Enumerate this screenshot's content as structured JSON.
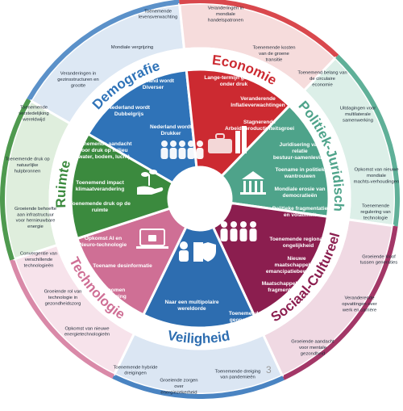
{
  "sectors": [
    {
      "key": "demografie",
      "title": "Demografie",
      "color": "#2f73b8",
      "outer_color": "#5b91c9",
      "light_color": "#dde8f4",
      "icon": "crowd-icon",
      "inner_trends": [
        "Nederland wordt Diverser",
        "Nederland wordt Dubbelgrijs",
        "Nederland wordt Drukker"
      ],
      "outer_trends": [
        "Toenemende levensverwachting",
        "Mondiale vergrijzing",
        "Veranderingen in gezinsstructuren en grootte"
      ]
    },
    {
      "key": "economie",
      "title": "Economie",
      "color": "#cc2a31",
      "outer_color": "#d9484d",
      "light_color": "#f6dcdc",
      "icon": "toolbox-icon",
      "inner_trends": [
        "Lange-termijn groeipad onder druk",
        "Veranderende Inflatieverwachtingen",
        "Stagnerende Arbeidsproductiviteitsgroei"
      ],
      "outer_trends": [
        "Veranderingen in mondiale handelspatronen",
        "Toenemende kosten van de groene transitie",
        "Toenemend belang van de circulaire economie"
      ]
    },
    {
      "key": "politiek",
      "title": "Politiek-Juridisch",
      "color": "#4ea38a",
      "outer_color": "#5fb098",
      "light_color": "#dcefe8",
      "icon": "government-building-icon",
      "inner_trends": [
        "Juridisering van relatie bestuur-samenleving",
        "Toename in politiek wantrouwen",
        "Mondiale erosie van democratieën",
        "Politieke fragmentatie en volatiliteit"
      ],
      "outer_trends": [
        "Uitdagingen voor multilaterale samenwerking",
        "Opkomst van nieuwe mondiale machts-verhoudingen",
        "Toenemende regulering van technologie"
      ]
    },
    {
      "key": "sociaal",
      "title": "Sociaal-Cultureel",
      "color": "#8b1e4f",
      "outer_color": "#a33767",
      "light_color": "#f0d9e3",
      "icon": "people-group-icon",
      "inner_trends": [
        "Toenemende regionale ongelijkheid",
        "Nieuwe maatschappelijke emancipatiebewegingen",
        "Maatschappelijke fragmentatie"
      ],
      "outer_trends": [
        "Groeiende kloof tussen generaties",
        "Veranderende opvattingen over werk en carrière",
        "Groeiende aandacht voor mentale gezondheid"
      ]
    },
    {
      "key": "veiligheid",
      "title": "Veiligheid",
      "color": "#2d6db0",
      "outer_color": "#4a84c2",
      "light_color": "#dbe6f3",
      "icon": "security-icon",
      "inner_trends": [
        "Naar een multipolaire wereldorde",
        "Toenemende geopolitieke volatiliteit"
      ],
      "outer_trends": [
        "Toenemende dreiging van pandemieën",
        "Groeiende zorgen over energiezekerheid",
        "Toenemende hybride dreigingen"
      ]
    },
    {
      "key": "technologie",
      "title": "Technologie",
      "color": "#cf6f95",
      "outer_color": "#d989a8",
      "light_color": "#f7e3eb",
      "icon": "laptop-icon",
      "inner_trends": [
        "Opkomst AI en Neuro-technologie",
        "Toename desinformatie",
        "Toegenomen cyberdreiging"
      ],
      "outer_trends": [
        "Opkomst van nieuwe energietechnologieën",
        "Groeiende rol van technologie in gezondheidszorg",
        "Convergentie van verschillende technologieën"
      ]
    },
    {
      "key": "ruimte",
      "title": "Ruimte",
      "color": "#3b8a3e",
      "outer_color": "#4f9a4f",
      "light_color": "#dfeedd",
      "icon": "hand-plant-icon",
      "inner_trends": [
        "Toenemende aandacht voor druk op milieu (water, bodem, lucht)",
        "Toenemend impact klimaatverandering",
        "Toenemende druk op de ruimte"
      ],
      "outer_trends": [
        "Groeiende behoefte aan infrastructuur voor hernieuwbare energie",
        "Toenemende druk op natuurlijke hulpbronnen",
        "Toenemende verstedelijking wereldwijd"
      ]
    }
  ],
  "page_number": "3"
}
